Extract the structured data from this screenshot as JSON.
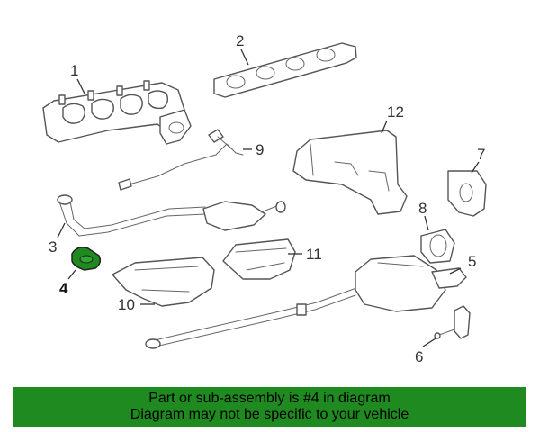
{
  "diagram": {
    "callouts": [
      "1",
      "2",
      "3",
      "4",
      "5",
      "6",
      "7",
      "8",
      "9",
      "10",
      "11",
      "12"
    ],
    "highlighted_part": "4",
    "highlight_color": "#1f8a1f"
  },
  "banner": {
    "line1": "Part or sub-assembly is #4 in diagram",
    "line2": "Diagram may not be specific to your vehicle",
    "background": "#1f8a1f"
  }
}
